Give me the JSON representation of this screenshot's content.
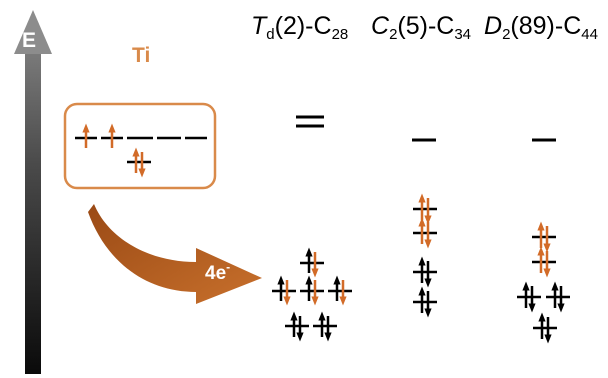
{
  "energy_axis": {
    "label": "E"
  },
  "metal": {
    "label": "Ti"
  },
  "transfer": {
    "electrons": "4e",
    "charge": "-"
  },
  "columns": [
    {
      "label_main": "T",
      "label_sub1": "d",
      "label_mid": "(2)-C",
      "label_sub2": "28"
    },
    {
      "label_main": "C",
      "label_sub1": "2",
      "label_mid": "(5)-C",
      "label_sub2": "34"
    },
    {
      "label_main": "D",
      "label_sub1": "2",
      "label_mid": "(89)-C",
      "label_sub2": "44"
    }
  ],
  "colors": {
    "accent": "#d26b28",
    "accent_light": "#d98a4a",
    "arrow_fill": "#b85d1e",
    "axis_dark": "#1c1c1c",
    "axis_light": "#c8c8c8",
    "line": "#000000"
  }
}
